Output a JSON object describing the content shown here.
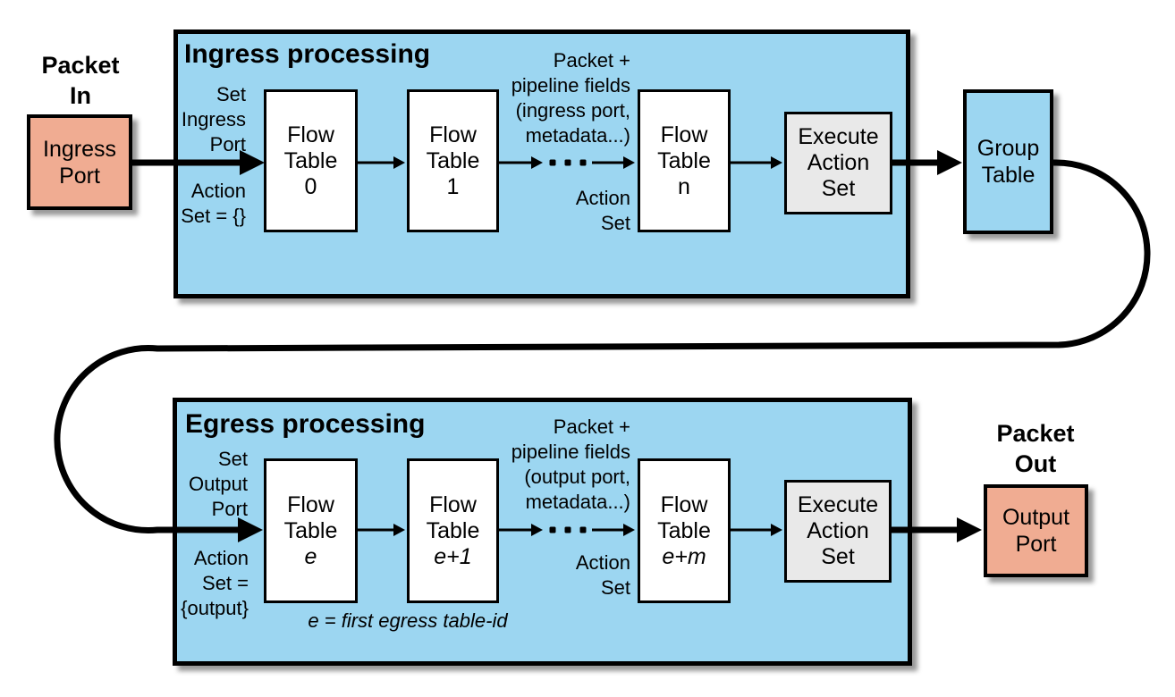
{
  "colors": {
    "panel_blue": "#9CD6F1",
    "port_salmon": "#F0AC92",
    "execute_gray": "#E9E9E9",
    "line_black": "#000000"
  },
  "packet_in": {
    "label": [
      "Packet",
      "In"
    ],
    "port_label": [
      "Ingress",
      "Port"
    ]
  },
  "packet_out": {
    "label": [
      "Packet",
      "Out"
    ],
    "port_label": [
      "Output",
      "Port"
    ]
  },
  "group_table": {
    "label": [
      "Group",
      "Table"
    ]
  },
  "ingress": {
    "title": "Ingress processing",
    "set_port_note": [
      "Set",
      "Ingress",
      "Port"
    ],
    "action_set_init_note": [
      "Action",
      "Set = {}"
    ],
    "pipeline_note": [
      "Packet +",
      "pipeline fields",
      "(ingress port,",
      "metadata...)"
    ],
    "action_set_note": [
      "Action",
      "Set"
    ],
    "execute_label": [
      "Execute",
      "Action",
      "Set"
    ],
    "flow_tables": [
      {
        "l1": "Flow",
        "l2": "Table",
        "sub": "0"
      },
      {
        "l1": "Flow",
        "l2": "Table",
        "sub": "1"
      },
      {
        "l1": "Flow",
        "l2": "Table",
        "sub": "n"
      }
    ]
  },
  "egress": {
    "title": "Egress processing",
    "set_port_note": [
      "Set",
      "Output",
      "Port"
    ],
    "action_set_init_note": [
      "Action",
      "Set =",
      "{output}"
    ],
    "pipeline_note": [
      "Packet +",
      "pipeline fields",
      "(output port,",
      "metadata...)"
    ],
    "action_set_note": [
      "Action",
      "Set"
    ],
    "execute_label": [
      "Execute",
      "Action",
      "Set"
    ],
    "footnote": "e = first egress table-id",
    "flow_tables": [
      {
        "l1": "Flow",
        "l2": "Table",
        "sub": "e"
      },
      {
        "l1": "Flow",
        "l2": "Table",
        "sub": "e+1"
      },
      {
        "l1": "Flow",
        "l2": "Table",
        "sub": "e+m"
      }
    ]
  }
}
